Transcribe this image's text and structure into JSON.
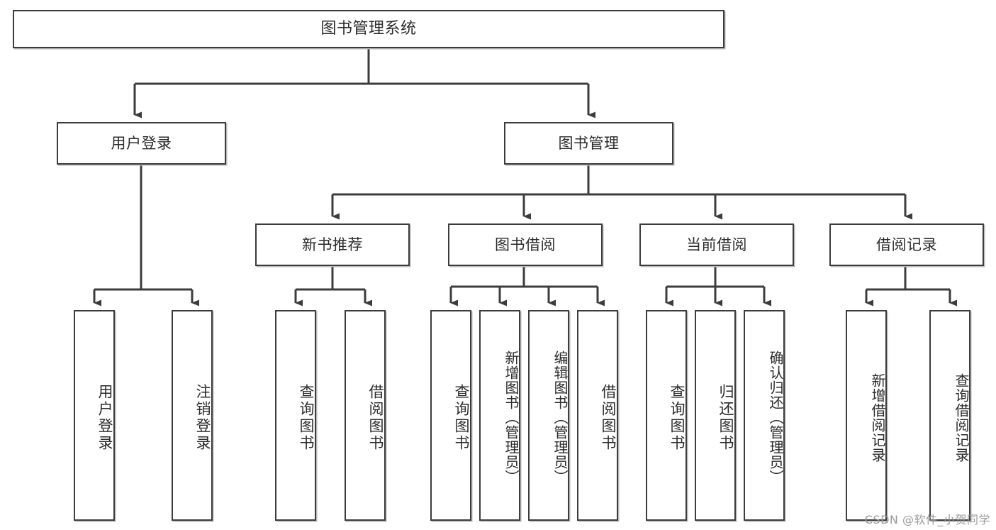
{
  "diagram": {
    "title": "图书管理系统",
    "type": "tree",
    "watermark": "CSDN @软件_小贺同学",
    "colors": {
      "border": "#3c3c3c",
      "shadow": "#b9b9b9",
      "text": "#2b2b2b",
      "background": "#ffffff",
      "watermark": "#9a9a9a"
    },
    "root": {
      "label": "图书管理系统"
    },
    "level2": [
      {
        "label": "用户登录"
      },
      {
        "label": "图书管理"
      }
    ],
    "level3": [
      {
        "label": "新书推荐"
      },
      {
        "label": "图书借阅"
      },
      {
        "label": "当前借阅"
      },
      {
        "label": "借阅记录"
      }
    ],
    "leaves": {
      "user_login": [
        {
          "label": "用户登录"
        },
        {
          "label": "注销登录"
        }
      ],
      "new_book_recommend": [
        {
          "label": "查询图书"
        },
        {
          "label": "借阅图书"
        }
      ],
      "book_borrow": [
        {
          "label": "查询图书"
        },
        {
          "label": "新增图书（管理员）"
        },
        {
          "label": "编辑图书（管理员）"
        },
        {
          "label": "借阅图书"
        }
      ],
      "current_borrow": [
        {
          "label": "查询图书"
        },
        {
          "label": "归还图书"
        },
        {
          "label": "确认归还（管理员）"
        }
      ],
      "borrow_record": [
        {
          "label": "新增借阅记录"
        },
        {
          "label": "查询借阅记录"
        }
      ]
    }
  }
}
